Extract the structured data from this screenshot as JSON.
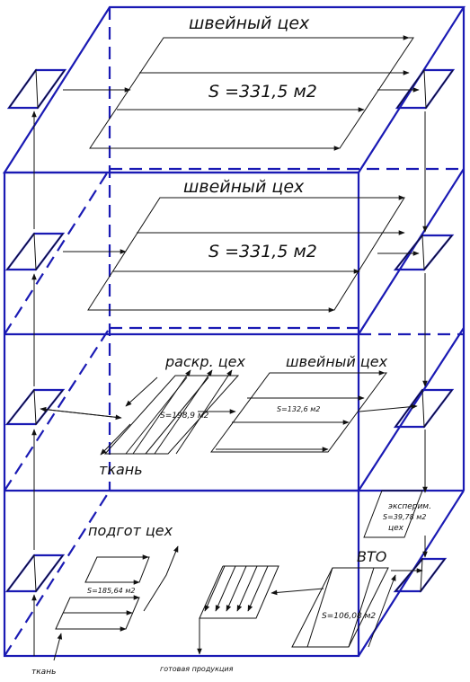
{
  "labels": {
    "floor4_room": "швейный цех",
    "floor4_area": "S =331,5 м2",
    "floor3_room": "швейный цех",
    "floor3_area": "S =331,5 м2",
    "cutting_room": "раскр. цех",
    "cutting_area": "S=198,9 м2",
    "floor2_sewing_room": "швейный цех",
    "floor2_sewing_area": "S=132,6 м2",
    "fabric_floor2": "ткань",
    "exp_room_1": "эксперим.",
    "exp_area": "S=39,78 м2",
    "exp_room_2": "цех",
    "prep_room": "подгот цех",
    "prep_area": "S=185,64 м2",
    "vto_room": "ВТО",
    "vto_area": "S=106,08 м2",
    "fabric_ground": "ткань",
    "finished_products": "готовая продукция"
  },
  "colors": {
    "building": "#1a1ab4",
    "lines": "#111111"
  }
}
